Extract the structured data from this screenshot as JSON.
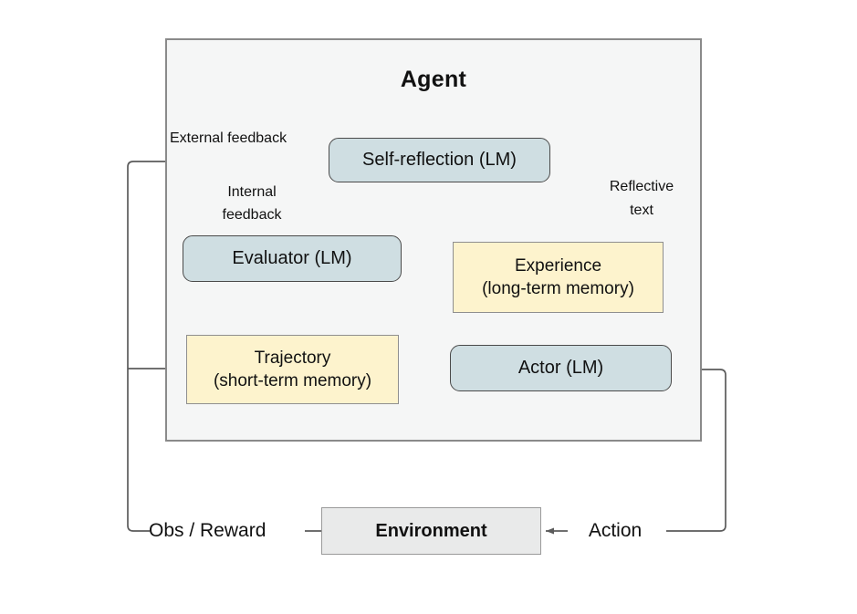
{
  "colors": {
    "lm_fill": "#cfdee2",
    "lm_border": "#4a4a4a",
    "memory_fill": "#fdf3cd",
    "memory_border": "#8f8f8f",
    "agent_fill": "#f5f6f6",
    "agent_border": "#8a8a8a",
    "env_fill": "#e9eaea",
    "env_border": "#9a9a9a",
    "line": "#5b5b5b",
    "text": "#111111"
  },
  "agent": {
    "title": "Agent"
  },
  "boxes": {
    "self_reflection": "Self-reflection (LM)",
    "evaluator": "Evaluator (LM)",
    "experience": "Experience\n(long-term memory)",
    "trajectory": "Trajectory\n(short-term memory)",
    "actor": "Actor (LM)",
    "environment": "Environment"
  },
  "labels": {
    "external_feedback": "External feedback",
    "internal_feedback": "Internal\nfeedback",
    "reflective_text": "Reflective\ntext",
    "obs_reward": "Obs / Reward",
    "action": "Action"
  }
}
